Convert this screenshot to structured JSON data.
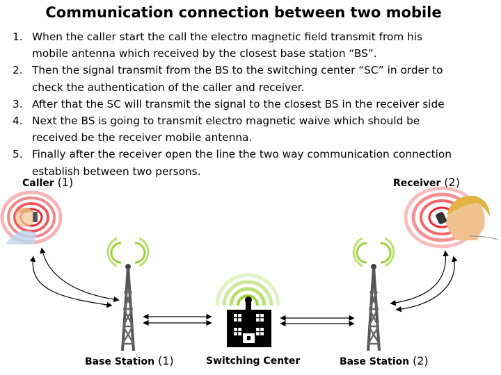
{
  "title": "Communication connection between two mobile",
  "steps": [
    {
      "num": "1.",
      "lines": [
        "When the caller start the call the electro magnetic field transmit from his",
        "mobile antenna which received by  the closest base station “BS”."
      ]
    },
    {
      "num": "2.",
      "lines": [
        "Then the signal transmit from the BS to the switching center “SC” in order to",
        "check the authentication of the caller and receiver."
      ]
    },
    {
      "num": "3.",
      "lines": [
        "After that the SC will transmit the signal to the closest BS in the receiver side"
      ]
    },
    {
      "num": "4.",
      "lines": [
        "Next the BS is going to transmit electro magnetic waive which should be",
        "received be the receiver mobile antenna."
      ]
    },
    {
      "num": "5.",
      "lines": [
        "Finally after the receiver open the line the two way communication connection",
        "establish between two persons."
      ]
    }
  ],
  "labels": {
    "caller": {
      "name": "Caller",
      "num": "(1)"
    },
    "receiver": {
      "name": "Receiver",
      "num": "(2)"
    },
    "bs1": {
      "name": "Base Station",
      "num": "(1)"
    },
    "sc": {
      "name": "Switching Center"
    },
    "bs2": {
      "name": "Base Station",
      "num": "(2)"
    }
  },
  "colors": {
    "wave_red": "#e8262c",
    "wave_green": "#9bd13b",
    "arrow": "#000000",
    "tower": "#555555",
    "building": "#000000"
  },
  "icons": [
    "caller-person-icon",
    "receiver-person-icon",
    "antenna-tower-icon",
    "switching-center-building-icon",
    "double-arrow-icon"
  ]
}
